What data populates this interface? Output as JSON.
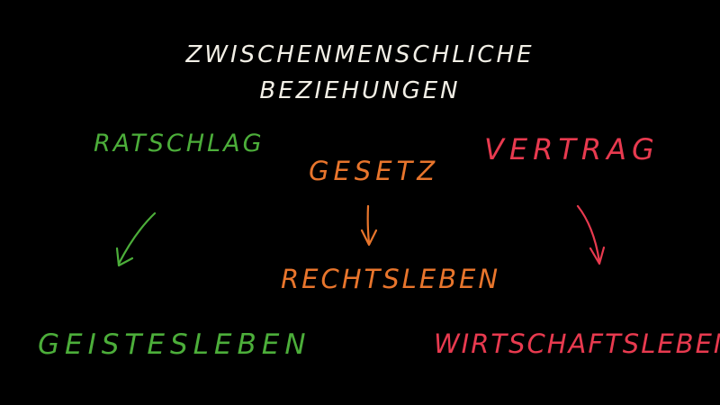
{
  "title": {
    "line1": "ZWISCHENMENSCHLICHE",
    "line2": "BEZIEHUNGEN"
  },
  "nodes": {
    "ratschlag": "RATSCHLAG",
    "gesetz": "GESETZ",
    "vertrag": "VERTRAG",
    "rechtsleben": "RECHTSLEBEN",
    "geistesleben": "GEISTESLEBEN",
    "wirtschaftsleben": "WIRTSCHAFTSLEBEN"
  },
  "colors": {
    "white": "#f2efe6",
    "green": "#4cae3a",
    "orange": "#e8752c",
    "red": "#e83a4f",
    "background": "#000000"
  },
  "arrows": [
    {
      "from": "ratschlag",
      "to": "geistesleben",
      "color": "green"
    },
    {
      "from": "gesetz",
      "to": "rechtsleben",
      "color": "orange"
    },
    {
      "from": "vertrag",
      "to": "wirtschaftsleben",
      "color": "red"
    }
  ]
}
